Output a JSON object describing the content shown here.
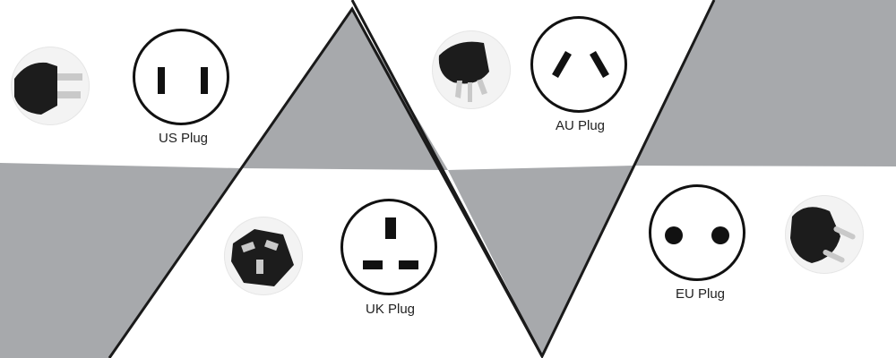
{
  "image": {
    "colors": {
      "background": "#ffffff",
      "band": "#a7a9ac",
      "line": "#1a1a1a",
      "socket_outline": "#111111",
      "plug_body": "#1c1c1c",
      "metal": "#c9c9c9"
    }
  },
  "plugs": {
    "us": {
      "label": "US Plug",
      "icon": "us-socket-icon",
      "photo": "us-plug-photo"
    },
    "au": {
      "label": "AU Plug",
      "icon": "au-socket-icon",
      "photo": "au-plug-photo"
    },
    "uk": {
      "label": "UK Plug",
      "icon": "uk-socket-icon",
      "photo": "uk-plug-photo"
    },
    "eu": {
      "label": "EU Plug",
      "icon": "eu-socket-icon",
      "photo": "eu-plug-photo"
    }
  }
}
